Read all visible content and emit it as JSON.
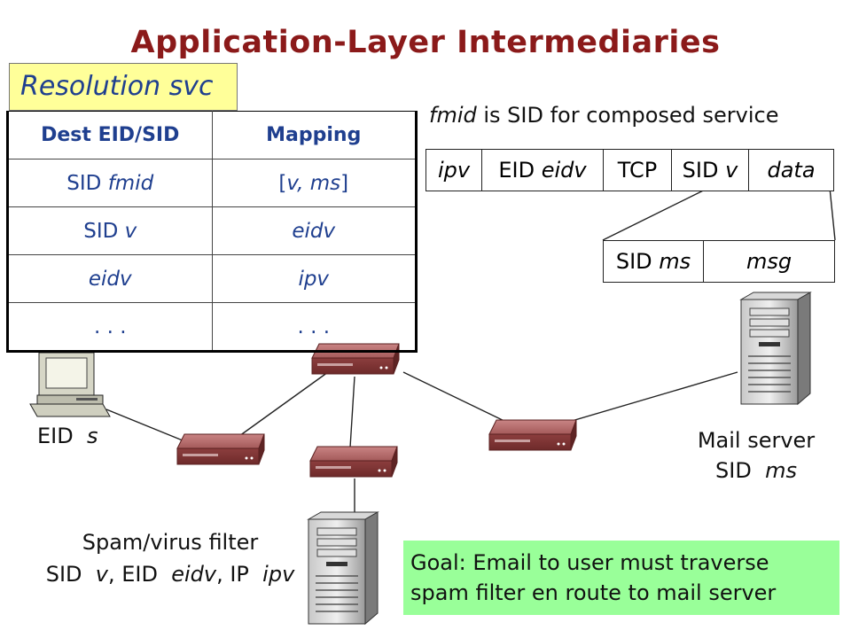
{
  "title": "Application-Layer Intermediaries",
  "resolution_label": "Resolution svc",
  "table": {
    "headers": [
      "Dest EID/SID",
      "Mapping"
    ],
    "rows": [
      [
        {
          "prefix": "SID ",
          "italic": "fmid",
          "suffix": ""
        },
        {
          "prefix": "[",
          "italic": "v, ms",
          "suffix": "]"
        }
      ],
      [
        {
          "prefix": "SID ",
          "italic": "v",
          "suffix": ""
        },
        {
          "prefix": "",
          "italic": "eidv",
          "suffix": ""
        }
      ],
      [
        {
          "prefix": "",
          "italic": "eidv",
          "suffix": ""
        },
        {
          "prefix": "",
          "italic": "ipv",
          "suffix": ""
        }
      ],
      [
        {
          "prefix": ". . .",
          "italic": "",
          "suffix": ""
        },
        {
          "prefix": ". . .",
          "italic": "",
          "suffix": ""
        }
      ]
    ]
  },
  "fmid_note": {
    "italic": "fmid",
    "text": " is SID for composed service"
  },
  "packet_header": [
    {
      "text": "",
      "italic": "ipv"
    },
    {
      "text": "EID ",
      "italic": "eidv"
    },
    {
      "text": "TCP",
      "italic": ""
    },
    {
      "text": "SID ",
      "italic": "v"
    },
    {
      "text": "",
      "italic": "data"
    }
  ],
  "data_expansion": [
    {
      "text": "SID ",
      "italic": "ms"
    },
    {
      "text": "",
      "italic": "msg"
    }
  ],
  "labels": {
    "eid_s": {
      "text": "EID ",
      "italic": "s"
    },
    "mail_line1": "Mail server",
    "mail_line2": {
      "text": "SID ",
      "italic": "ms"
    },
    "spam_line1": "Spam/virus filter",
    "spam_line2": {
      "a": "SID ",
      "b": "v",
      "c": ", EID ",
      "d": "eidv",
      "e": ", IP ",
      "f": "ipv"
    }
  },
  "goal": {
    "line1": "Goal: Email to user must traverse",
    "line2": "spam filter en route to mail server"
  },
  "colors": {
    "title": "#8b1a1a",
    "router": "#9b4a4a",
    "resolution_bg": "#ffff99",
    "goal_bg": "#99ff99",
    "table_text": "#1f3f8f"
  },
  "icons": [
    "computer-icon",
    "router-icon",
    "server-tower-icon"
  ]
}
